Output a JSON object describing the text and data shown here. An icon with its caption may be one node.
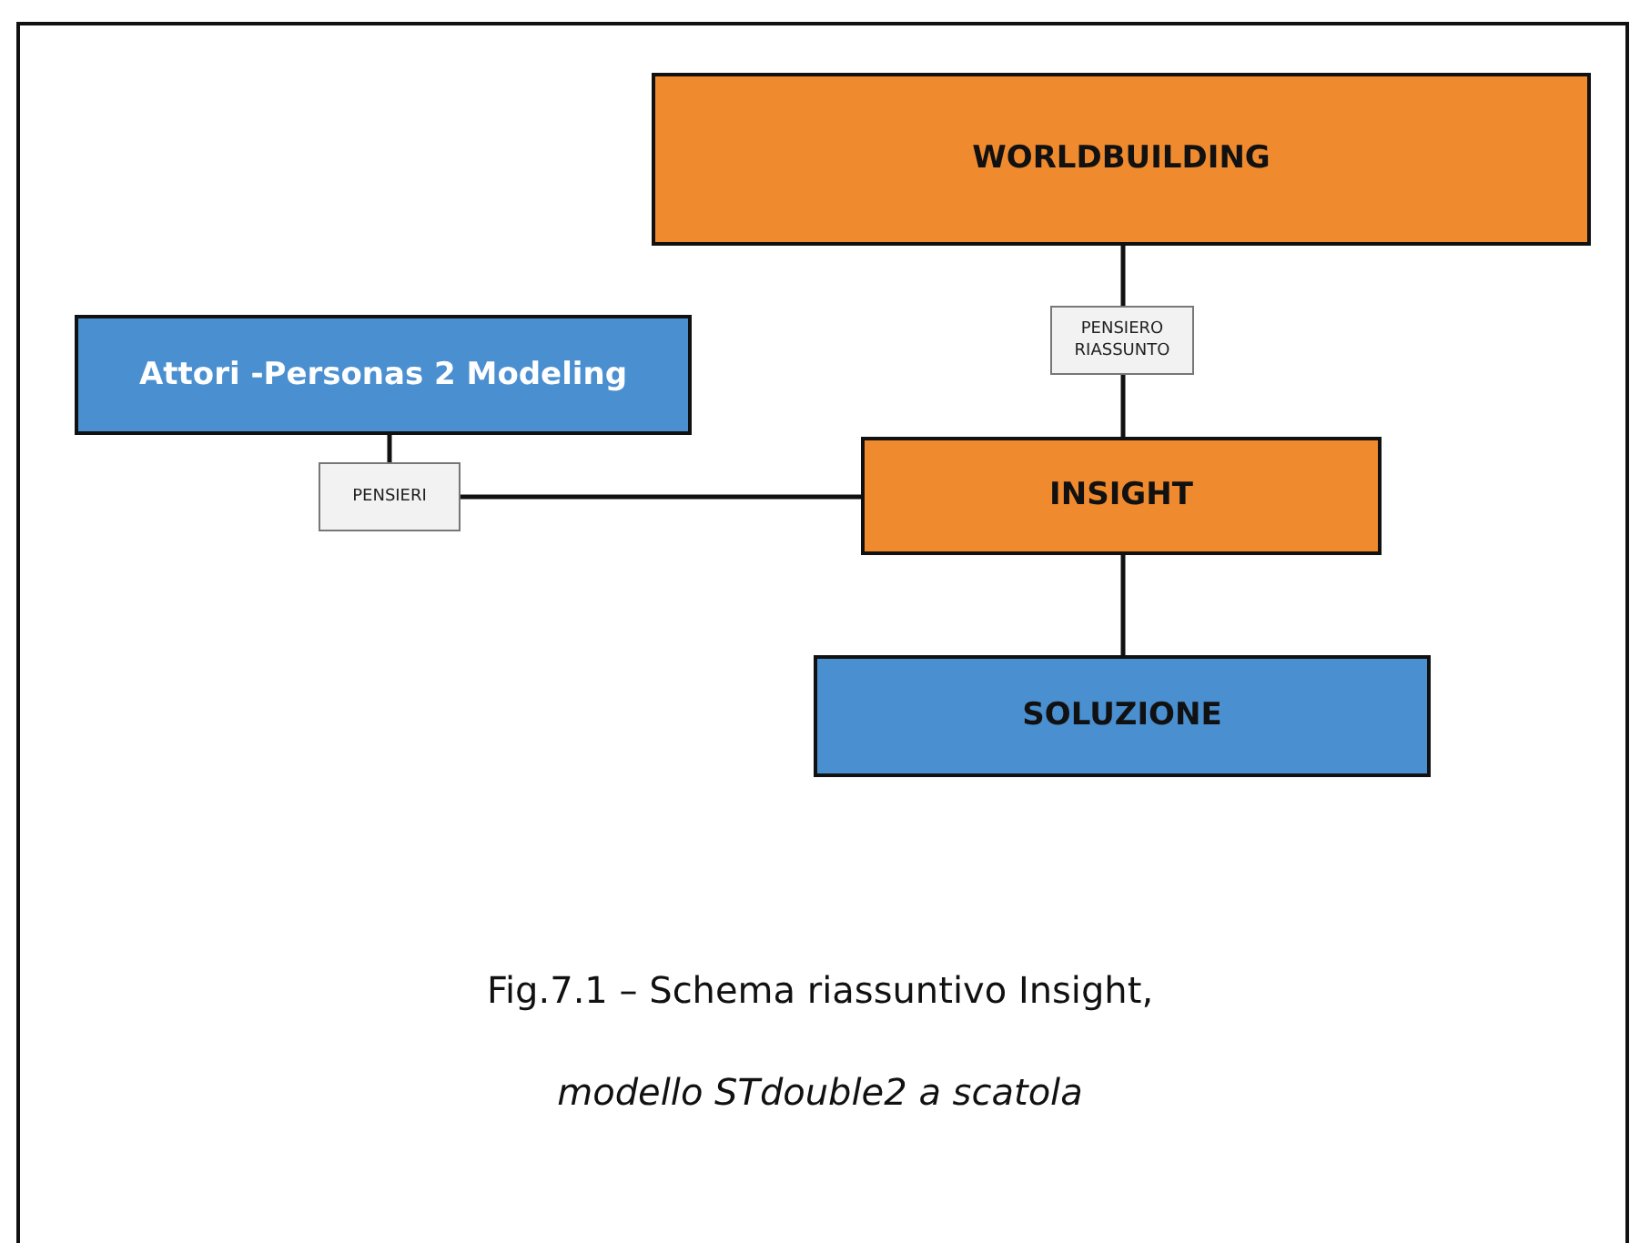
{
  "diagram": {
    "caption": "Fig.7.1 – Schema riassuntivo Insight,",
    "nodes": [
      {
        "text": [
          "WORLDBUILDING"
        ]
      },
      {
        "text": [
          "PENSIERO RIASSUNTO"
        ]
      },
      {
        "text": [
          "Attori -Personas 2 Modeling"
        ]
      },
      {
        "text": [
          "PENSIERI"
        ]
      },
      {
        "text": [
          "INSIGHT"
        ]
      },
      {
        "text": [
          "SOLUZIONE"
        ]
      }
    ],
    "edges": [
      {
        "from": 0,
        "to": 1,
        "arrow": "none"
      },
      {
        "from": 1,
        "to": 4,
        "arrow": "none"
      },
      {
        "from": 2,
        "to": 3,
        "arrow": "none"
      },
      {
        "from": 3,
        "to": 4,
        "arrow": "none"
      },
      {
        "from": 4,
        "to": 5,
        "arrow": "none"
      }
    ],
    "labels": [
      "modello STdouble2 a scatola"
    ]
  }
}
